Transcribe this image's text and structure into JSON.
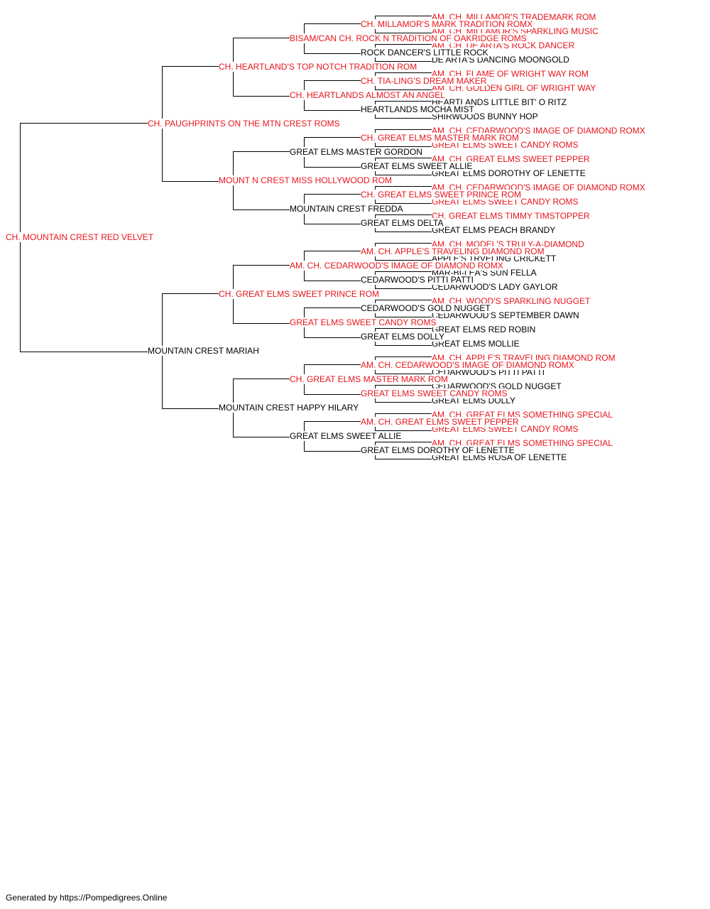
{
  "colors": {
    "champion": "#e8141c",
    "regular": "#000000",
    "line": "#000000"
  },
  "pedigree": {
    "name": "CH. MOUNTAIN CREST RED VELVET",
    "sire": {
      "name": "CH. PAUGHPRINTS ON THE MTN CREST ROMS",
      "sire": {
        "name": "CH. HEARTLAND'S TOP NOTCH TRADITION ROM",
        "sire": {
          "name": "BISAM/CAN CH. ROCK N TRADITION OF OAKRIDGE ROMS",
          "sire": {
            "name": "CH. MILLAMOR'S MARK TRADITION ROMX",
            "sire": {
              "name": "AM. CH. MILLAMOR'S TRADEMARK ROM"
            },
            "dam": {
              "name": "AM. CH. MILLAMOR'S SPARKLING MUSIC"
            }
          },
          "dam": {
            "name": "ROCK DANCER'S LITTLE ROCK",
            "sire": {
              "name": "AM. CH. DE ARTA'S ROCK DANCER"
            },
            "dam": {
              "name": "DE ARTA'S DANCING MOONGOLD"
            }
          }
        },
        "dam": {
          "name": "CH. HEARTLANDS ALMOST AN ANGEL",
          "sire": {
            "name": "CH. TIA-LING'S DREAM MAKER",
            "sire": {
              "name": "AM. CH. FLAME OF WRIGHT WAY ROM"
            },
            "dam": {
              "name": "AM. CH. GOLDEN GIRL OF WRIGHT WAY"
            }
          },
          "dam": {
            "name": "HEARTLANDS MOCHA MIST",
            "sire": {
              "name": "HEARTLANDS LITTLE BIT' O RITZ"
            },
            "dam": {
              "name": "SHIRWOODS BUNNY HOP"
            }
          }
        }
      },
      "dam": {
        "name": "MOUNT N CREST MISS HOLLYWOOD ROM",
        "sire": {
          "name": "GREAT ELMS MASTER GORDON",
          "sire": {
            "name": "CH. GREAT ELMS MASTER MARK ROM",
            "sire": {
              "name": "AM. CH. CEDARWOOD'S IMAGE OF DIAMOND ROMX"
            },
            "dam": {
              "name": "GREAT ELMS SWEET CANDY ROMS"
            }
          },
          "dam": {
            "name": "GREAT ELMS SWEET ALLIE",
            "sire": {
              "name": "AM. CH. GREAT ELMS SWEET PEPPER"
            },
            "dam": {
              "name": "GREAT ELMS DOROTHY OF LENETTE"
            }
          }
        },
        "dam": {
          "name": "MOUNTAIN CREST FREDDA",
          "sire": {
            "name": "CH. GREAT ELMS SWEET PRINCE ROM",
            "sire": {
              "name": "AM. CH. CEDARWOOD'S IMAGE OF DIAMOND ROMX"
            },
            "dam": {
              "name": "GREAT ELMS SWEET CANDY ROMS"
            }
          },
          "dam": {
            "name": "GREAT ELMS DELTA",
            "sire": {
              "name": "CH. GREAT ELMS TIMMY TIMSTOPPER"
            },
            "dam": {
              "name": "GREAT ELMS PEACH BRANDY"
            }
          }
        }
      }
    },
    "dam": {
      "name": "MOUNTAIN CREST MARIAH",
      "sire": {
        "name": "CH. GREAT ELMS SWEET PRINCE ROM",
        "sire": {
          "name": "AM. CH. CEDARWOOD'S IMAGE OF DIAMOND ROMX",
          "sire": {
            "name": "AM. CH. APPLE'S TRAVELING DIAMOND ROM",
            "sire": {
              "name": "AM. CH. MODEL'S TRULY-A-DIAMOND"
            },
            "dam": {
              "name": "APPLE'S TRVELING CRICKETT"
            }
          },
          "dam": {
            "name": "CEDARWOOD'S PITTI PATTI",
            "sire": {
              "name": "MAR-BI-LEA'S SUN FELLA"
            },
            "dam": {
              "name": "CEDARWOOD'S LADY GAYLOR"
            }
          }
        },
        "dam": {
          "name": "GREAT ELMS SWEET CANDY ROMS",
          "sire": {
            "name": "CEDARWOOD'S GOLD NUGGET",
            "sire": {
              "name": "AM. CH. WOOD'S SPARKLING NUGGET"
            },
            "dam": {
              "name": "CEDARWOOD'S SEPTEMBER DAWN"
            }
          },
          "dam": {
            "name": "GREAT ELMS DOLLY",
            "sire": {
              "name": "GREAT ELMS RED ROBIN"
            },
            "dam": {
              "name": "GREAT ELMS MOLLIE"
            }
          }
        }
      },
      "dam": {
        "name": "MOUNTAIN CREST HAPPY HILARY",
        "sire": {
          "name": "CH. GREAT ELMS MASTER MARK ROM",
          "sire": {
            "name": "AM. CH. CEDARWOOD'S IMAGE OF DIAMOND ROMX",
            "sire": {
              "name": "AM. CH. APPLE'S TRAVELING DIAMOND ROM"
            },
            "dam": {
              "name": "CEDARWOOD'S PITTI PATTI"
            }
          },
          "dam": {
            "name": "GREAT ELMS SWEET CANDY ROMS",
            "sire": {
              "name": "CEDARWOOD'S GOLD NUGGET"
            },
            "dam": {
              "name": "GREAT ELMS DOLLY"
            }
          }
        },
        "dam": {
          "name": "GREAT ELMS SWEET ALLIE",
          "sire": {
            "name": "AM. CH. GREAT ELMS SWEET PEPPER",
            "sire": {
              "name": "AM. CH. GREAT ELMS SOMETHING SPECIAL"
            },
            "dam": {
              "name": "GREAT ELMS SWEET CANDY ROMS"
            }
          },
          "dam": {
            "name": "GREAT ELMS DOROTHY OF LENETTE",
            "sire": {
              "name": "AM. CH. GREAT ELMS SOMETHING SPECIAL"
            },
            "dam": {
              "name": "GREAT ELMS ROSA OF LENETTE"
            }
          }
        }
      }
    }
  },
  "footer": {
    "text": "Generated by https://Pompedigrees.Online"
  }
}
